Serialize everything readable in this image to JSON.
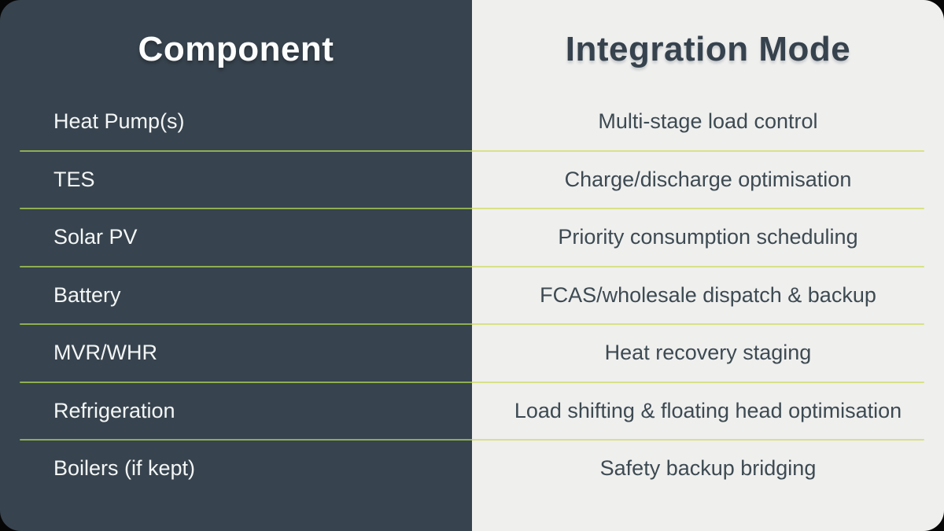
{
  "table": {
    "headers": {
      "component": "Component",
      "integration_mode": "Integration Mode"
    },
    "rows": [
      {
        "component": "Heat Pump(s)",
        "mode": "Multi-stage load control"
      },
      {
        "component": "TES",
        "mode": "Charge/discharge optimisation"
      },
      {
        "component": "Solar PV",
        "mode": "Priority consumption scheduling"
      },
      {
        "component": "Battery",
        "mode": "FCAS/wholesale dispatch & backup"
      },
      {
        "component": "MVR/WHR",
        "mode": "Heat recovery staging"
      },
      {
        "component": "Refrigeration",
        "mode": "Load shifting & floating head optimisation"
      },
      {
        "component": "Boilers (if kept)",
        "mode": "Safety backup bridging"
      }
    ],
    "colors": {
      "left_panel_bg": "#37434e",
      "right_panel_bg": "#efefee",
      "left_text": "#f3f6f5",
      "right_text": "#3d4a52",
      "divider_on_dark": "#8fae52",
      "divider_on_light": "#d9e187",
      "outer_background": "#060606"
    }
  }
}
